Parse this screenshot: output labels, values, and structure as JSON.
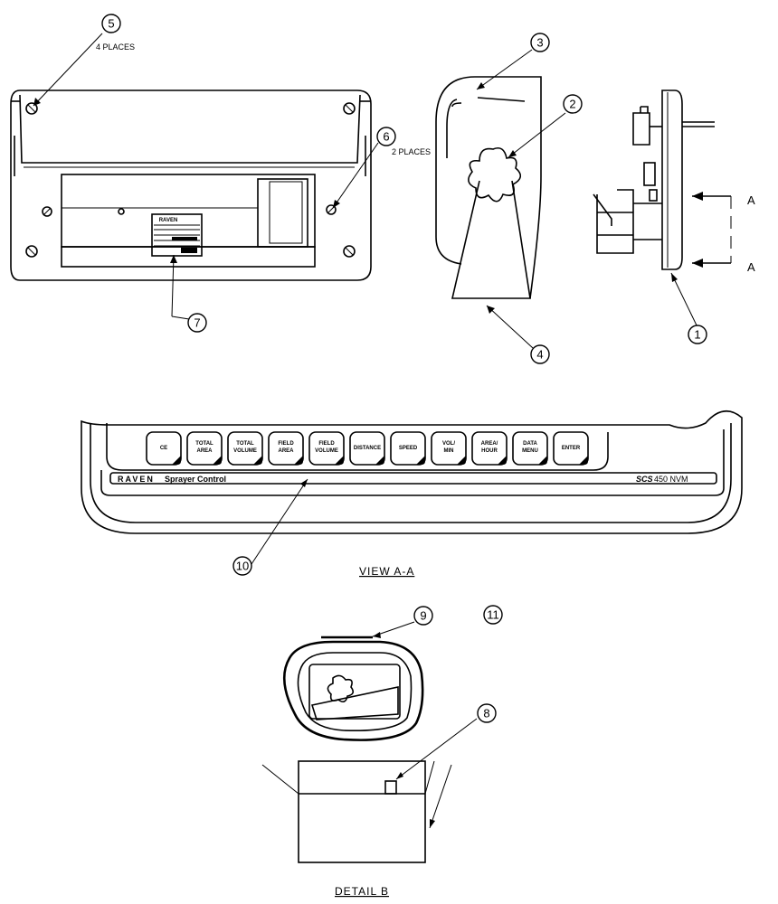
{
  "callouts": [
    {
      "num": "1"
    },
    {
      "num": "2"
    },
    {
      "num": "3"
    },
    {
      "num": "4"
    },
    {
      "num": "5"
    },
    {
      "num": "6"
    },
    {
      "num": "7"
    },
    {
      "num": "8"
    },
    {
      "num": "9"
    },
    {
      "num": "10"
    },
    {
      "num": "11"
    }
  ],
  "notes": {
    "callout5": "4 PLACES",
    "callout6": "2 PLACES"
  },
  "section_letters": {
    "top": "A",
    "bottom": "A"
  },
  "captions": {
    "view": "VIEW A-A",
    "detail": "DETAIL B"
  },
  "faceplate": {
    "brand": "RAVEN",
    "product": "Sprayer Control",
    "model_prefix": "SCS",
    "model": "450 NVM",
    "keys": [
      {
        "line1": "CE",
        "line2": ""
      },
      {
        "line1": "TOTAL",
        "line2": "AREA"
      },
      {
        "line1": "TOTAL",
        "line2": "VOLUME"
      },
      {
        "line1": "FIELD",
        "line2": "AREA"
      },
      {
        "line1": "FIELD",
        "line2": "VOLUME"
      },
      {
        "line1": "DISTANCE",
        "line2": ""
      },
      {
        "line1": "SPEED",
        "line2": ""
      },
      {
        "line1": "VOL/",
        "line2": "MIN"
      },
      {
        "line1": "AREA/",
        "line2": "HOUR"
      },
      {
        "line1": "DATA",
        "line2": "MENU"
      },
      {
        "line1": "ENTER",
        "line2": ""
      }
    ]
  },
  "label_plate": {
    "brand": "RAVEN"
  }
}
